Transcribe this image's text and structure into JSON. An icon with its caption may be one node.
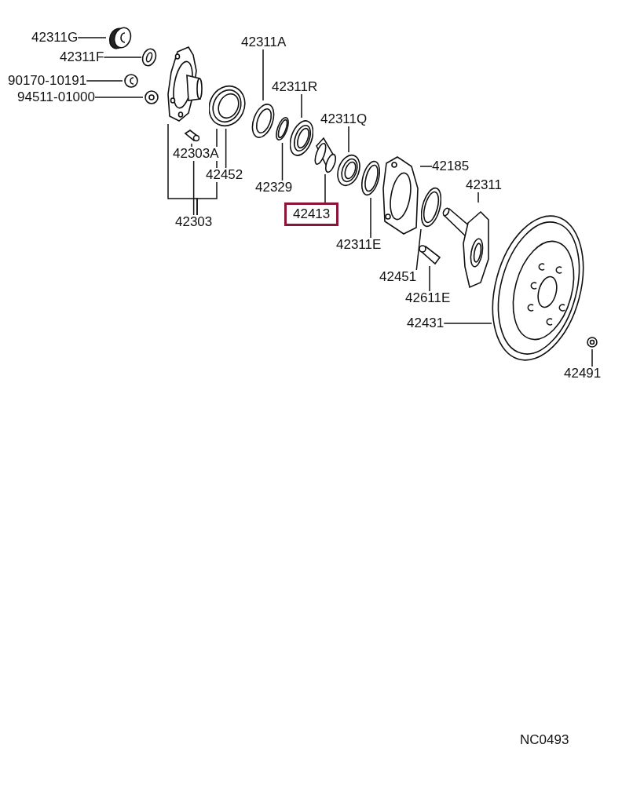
{
  "diagram": {
    "nodes": [
      {
        "text": [
          "42311G"
        ]
      },
      {
        "text": [
          "42311F"
        ]
      },
      {
        "text": [
          "90170-10191"
        ]
      },
      {
        "text": [
          "94511-01000"
        ]
      },
      {
        "text": [
          "42311A"
        ]
      },
      {
        "text": [
          "42311R"
        ]
      },
      {
        "text": [
          "42311Q"
        ]
      },
      {
        "text": [
          "42185"
        ]
      },
      {
        "text": [
          "42311"
        ]
      },
      {
        "text": [
          "42303A"
        ]
      },
      {
        "text": [
          "42452"
        ]
      },
      {
        "text": [
          "42329"
        ]
      },
      {
        "text": [
          "42413"
        ]
      },
      {
        "text": [
          "42303"
        ]
      },
      {
        "text": [
          "42311E"
        ]
      },
      {
        "text": [
          "42451"
        ]
      },
      {
        "text": [
          "42611E"
        ]
      },
      {
        "text": [
          "42431"
        ]
      },
      {
        "text": [
          "42491"
        ]
      },
      {
        "text": [],
        "shape": "picture"
      },
      {
        "text": [],
        "shape": "picture"
      },
      {
        "text": [],
        "shape": "picture"
      },
      {
        "text": [],
        "shape": "picture"
      },
      {
        "text": [],
        "shape": "picture"
      },
      {
        "text": [],
        "shape": "picture"
      },
      {
        "text": [],
        "shape": "picture"
      },
      {
        "text": [],
        "shape": "picture"
      },
      {
        "text": [],
        "shape": "picture"
      },
      {
        "text": [],
        "shape": "picture"
      },
      {
        "text": [],
        "shape": "picture"
      },
      {
        "text": [],
        "shape": "picture"
      },
      {
        "text": [],
        "shape": "picture"
      },
      {
        "text": [],
        "shape": "picture"
      },
      {
        "text": [],
        "shape": "picture"
      },
      {
        "text": [],
        "shape": "picture"
      },
      {
        "text": [],
        "shape": "picture"
      },
      {
        "text": [],
        "shape": "picture"
      },
      {
        "text": [],
        "shape": "picture"
      }
    ],
    "edges": [
      {
        "from": 0,
        "to": 19,
        "arrow": "none"
      },
      {
        "from": 1,
        "to": 20,
        "arrow": "none"
      },
      {
        "from": 2,
        "to": 21,
        "arrow": "none"
      },
      {
        "from": 3,
        "to": 22,
        "arrow": "none"
      },
      {
        "from": 4,
        "to": 26,
        "arrow": "none"
      },
      {
        "from": 5,
        "to": 28,
        "arrow": "none"
      },
      {
        "from": 6,
        "to": 30,
        "arrow": "none"
      },
      {
        "from": 7,
        "to": 32,
        "arrow": "none"
      },
      {
        "from": 8,
        "to": 34,
        "arrow": "none"
      },
      {
        "from": 9,
        "to": 24,
        "arrow": "none"
      },
      {
        "from": 10,
        "to": 25,
        "arrow": "none"
      },
      {
        "from": 11,
        "to": 27,
        "arrow": "none"
      },
      {
        "from": 12,
        "to": 29,
        "arrow": "none"
      },
      {
        "from": 13,
        "to": 23,
        "arrow": "none"
      },
      {
        "from": 13,
        "to": 25,
        "arrow": "none"
      },
      {
        "from": 13,
        "to": 9,
        "arrow": "none"
      },
      {
        "from": 14,
        "to": 31,
        "arrow": "none"
      },
      {
        "from": 15,
        "to": 33,
        "arrow": "none"
      },
      {
        "from": 16,
        "to": 35,
        "arrow": "none"
      },
      {
        "from": 17,
        "to": 36,
        "arrow": "none"
      },
      {
        "from": 18,
        "to": 37,
        "arrow": "none"
      }
    ],
    "labels": [
      "NC0493"
    ]
  }
}
